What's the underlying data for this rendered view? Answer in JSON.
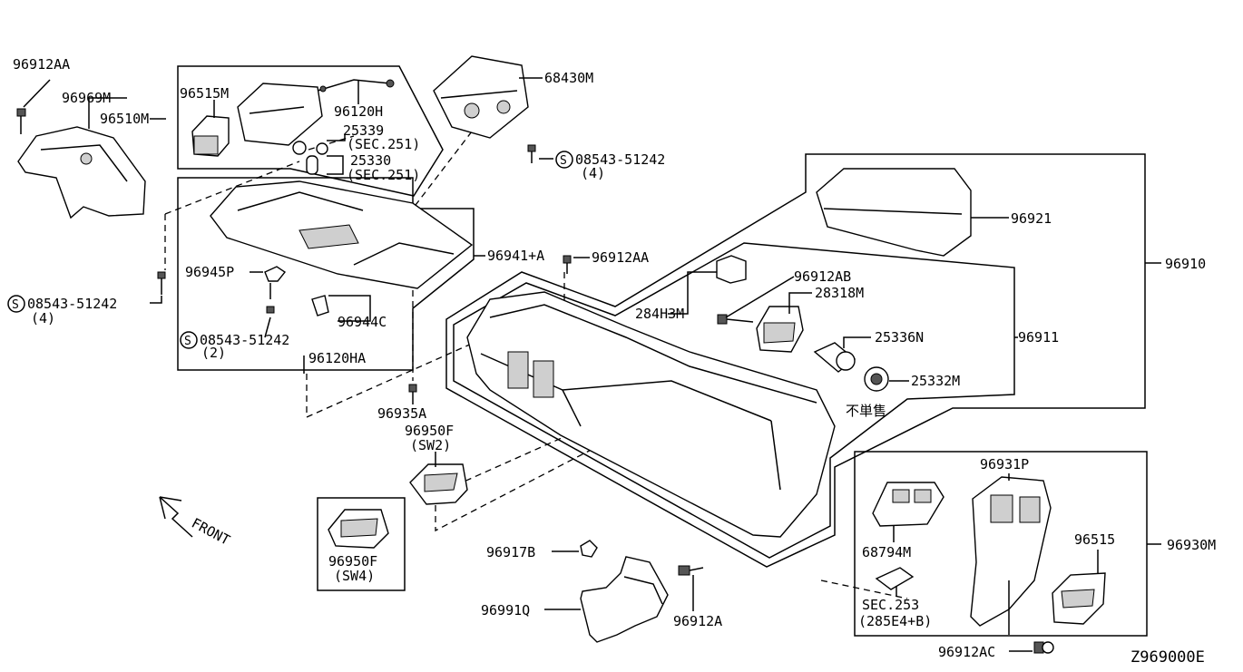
{
  "diagram_code": "Z969000E",
  "front_label": "FRONT",
  "not_sold_label": "不単售",
  "labels": {
    "l96912AA_top": "96912AA",
    "l96969M": "96969M",
    "l96510M": "96510M",
    "l96515M": "96515M",
    "l96120H": "96120H",
    "l25339": "25339",
    "l25339_sec": "(SEC.251)",
    "l25330": "25330",
    "l25330_sec": "(SEC.251)",
    "l68430M": "68430M",
    "l08543_top": "08543-51242",
    "l08543_top_qty": "(4)",
    "l96921": "96921",
    "l96910": "96910",
    "l96941A": "96941+A",
    "l96912AA_mid": "96912AA",
    "l96945P": "96945P",
    "l08543_left": "08543-51242",
    "l08543_left_qty": "(4)",
    "l96944C": "96944C",
    "l08543_mid": "08543-51242",
    "l08543_mid_qty": "(2)",
    "l96120HA": "96120HA",
    "l284H3M": "284H3M",
    "l96912AB": "96912AB",
    "l28318M": "28318M",
    "l25336N": "25336N",
    "l96911": "96911",
    "l25332M": "25332M",
    "l96935A": "96935A",
    "l96950F_sw2": "96950F",
    "l96950F_sw2_sub": "(SW2)",
    "l96950F_sw4": "96950F",
    "l96950F_sw4_sub": "(SW4)",
    "l96917B": "96917B",
    "l96991Q": "96991Q",
    "l96912A": "96912A",
    "l96931P": "96931P",
    "l68794M": "68794M",
    "l96515": "96515",
    "l96930M": "96930M",
    "lSEC253": "SEC.253",
    "lSEC253_sub": "(285E4+B)",
    "l96912AC": "96912AC"
  }
}
